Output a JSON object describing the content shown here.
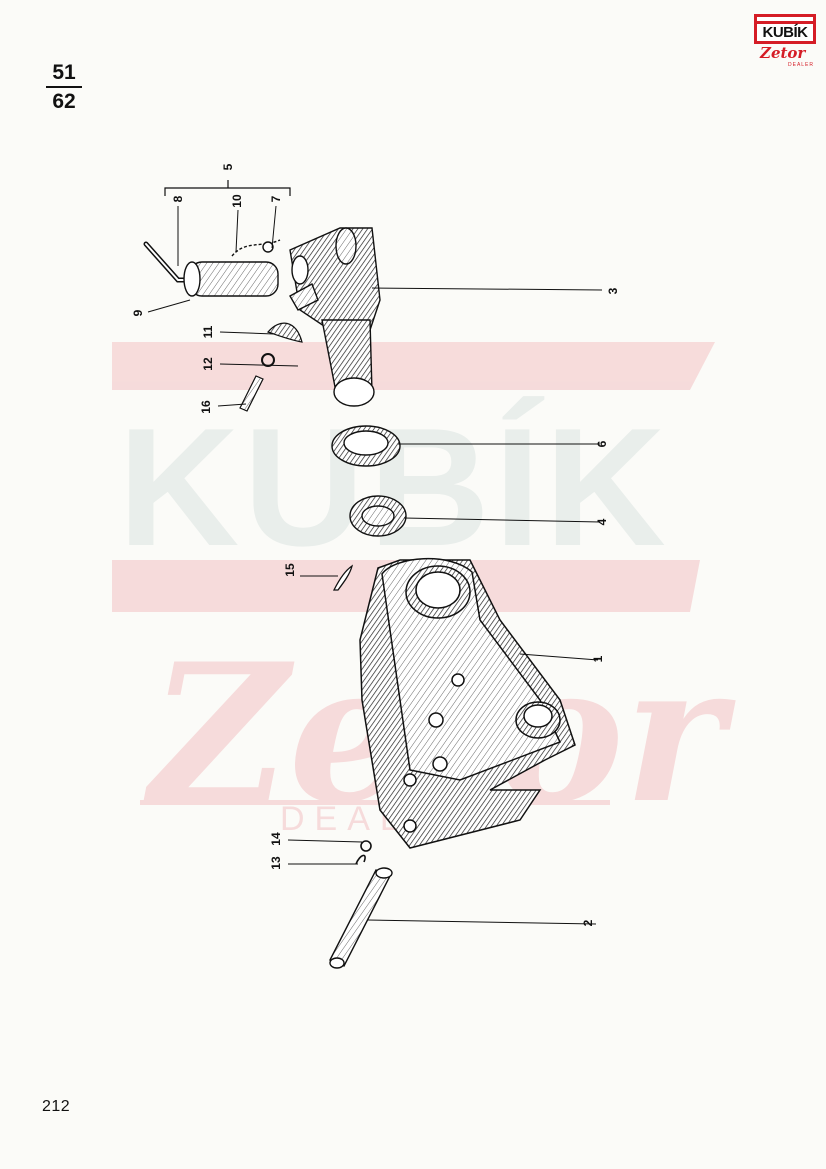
{
  "header": {
    "figure_top": "51",
    "figure_bottom": "62"
  },
  "footer": {
    "page_number": "212"
  },
  "logo": {
    "brand_top": "KUBÍK",
    "brand_bottom": "Zetor",
    "brand_sub": "DEALER",
    "color": "#d51d26"
  },
  "watermark": {
    "text_top": "KUBÍK",
    "text_bottom": "Zetor",
    "text_sub": "DEALER",
    "color_red": "#f6d6d6",
    "color_gray": "#e6ece9"
  },
  "callouts": {
    "c1": "1",
    "c2": "2",
    "c3": "3",
    "c4": "4",
    "c5": "5",
    "c6": "6",
    "c7": "7",
    "c8": "8",
    "c9": "9",
    "c10": "10",
    "c11": "11",
    "c12": "12",
    "c13": "13",
    "c14": "14",
    "c15": "15",
    "c16": "16"
  }
}
